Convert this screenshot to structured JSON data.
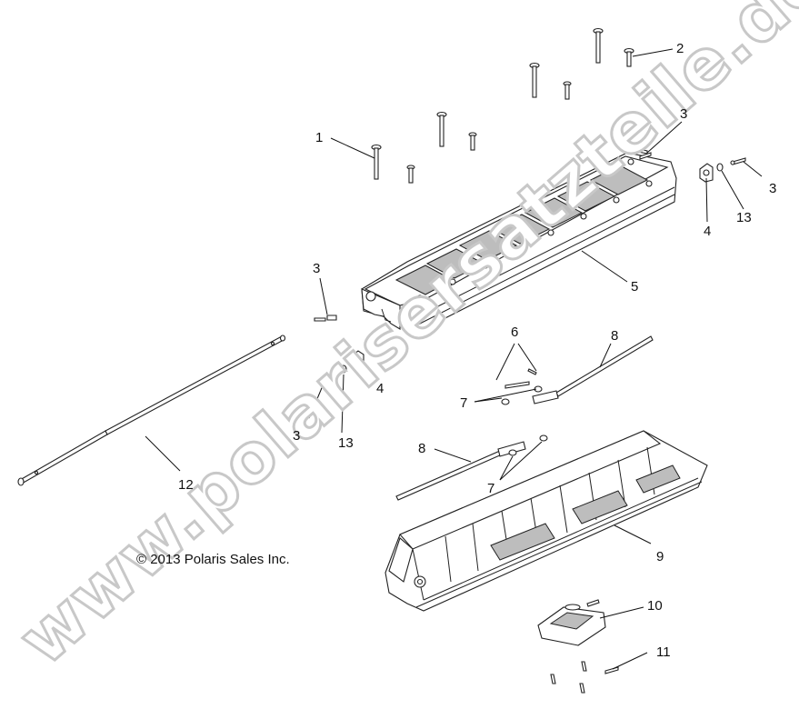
{
  "diagram": {
    "copyright": "© 2013 Polaris Sales Inc.",
    "watermark": "www.polarisersatzteile.de",
    "callouts": [
      {
        "id": "c1",
        "label": "1"
      },
      {
        "id": "c2",
        "label": "2"
      },
      {
        "id": "c3a",
        "label": "3"
      },
      {
        "id": "c3b",
        "label": "3"
      },
      {
        "id": "c3c",
        "label": "3"
      },
      {
        "id": "c3d",
        "label": "3"
      },
      {
        "id": "c4a",
        "label": "4"
      },
      {
        "id": "c4b",
        "label": "4"
      },
      {
        "id": "c5",
        "label": "5"
      },
      {
        "id": "c6",
        "label": "6"
      },
      {
        "id": "c7a",
        "label": "7"
      },
      {
        "id": "c7b",
        "label": "7"
      },
      {
        "id": "c8a",
        "label": "8"
      },
      {
        "id": "c8b",
        "label": "8"
      },
      {
        "id": "c9",
        "label": "9"
      },
      {
        "id": "c10",
        "label": "10"
      },
      {
        "id": "c11",
        "label": "11"
      },
      {
        "id": "c12",
        "label": "12"
      },
      {
        "id": "c13a",
        "label": "13"
      },
      {
        "id": "c13b",
        "label": "13"
      }
    ]
  }
}
